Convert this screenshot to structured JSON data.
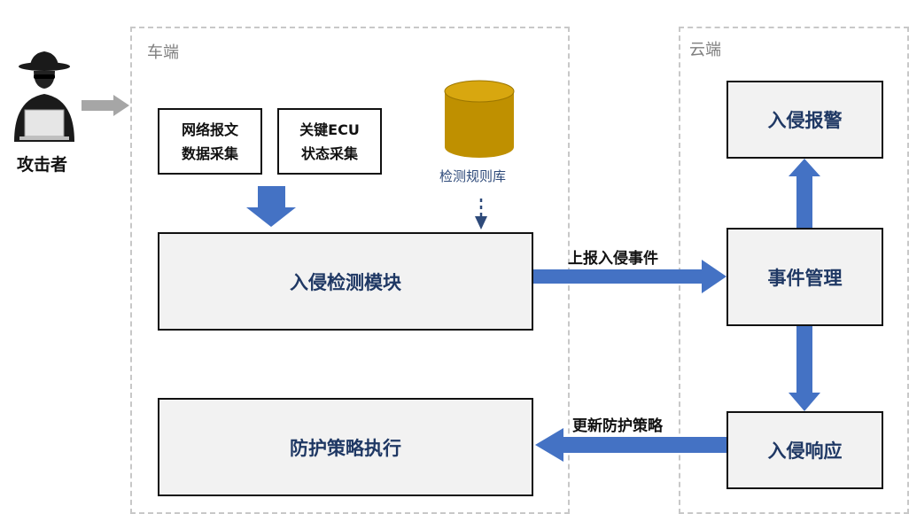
{
  "regions": {
    "vehicle": "车端",
    "cloud": "云端"
  },
  "attacker": {
    "label": "攻击者",
    "icon": "hacker-icon"
  },
  "nodes": {
    "network_collect": "网络报文\n数据采集",
    "ecu_collect": "关键ECU\n状态采集",
    "rule_db": "检测规则库",
    "ids_module": "入侵检测模块",
    "protection_exec": "防护策略执行",
    "alarm": "入侵报警",
    "event_mgmt": "事件管理",
    "response": "入侵响应"
  },
  "edges": {
    "report": "上报入侵事件",
    "update": "更新防护策略"
  },
  "colors": {
    "arrow_blue": "#4472c4",
    "dark_blue_text": "#1f3864",
    "database_gold": "#bf9000",
    "db_label": "#2e4a7a",
    "attacker_arrow": "#a6a6a6",
    "dashed_border": "#c8c8c8"
  }
}
